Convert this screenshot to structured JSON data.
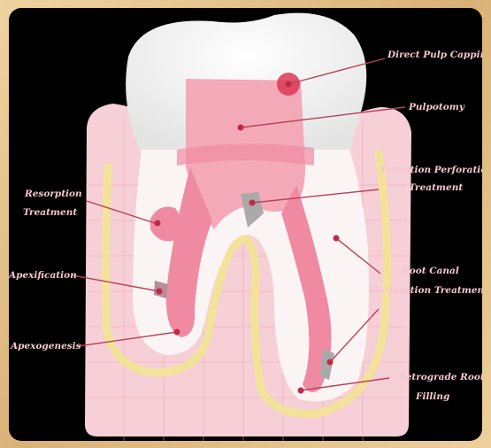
{
  "colors": {
    "background": "#000000",
    "frame": "#e3be86",
    "crown": "#f2f2f2",
    "gum": "#f7cfd6",
    "gum_deep": "#f2aebb",
    "pulp": "#f08aa2",
    "pulp_light": "#f4a9b8",
    "bone": "#f3e39a",
    "lesion": "#d93a55",
    "filling": "#a9a9a9",
    "leader": "#b8425a",
    "label": "#f4c7cf"
  },
  "labels": {
    "direct_pulp_capping": "Direct Pulp Capping",
    "pulpotomy": "Pulpotomy",
    "furcation_perforation_l1": "Furcation Perforation",
    "furcation_perforation_l2": "Treatment",
    "resorption_l1": "Resorption",
    "resorption_l2": "Treatment",
    "apexification": "Apexification",
    "apexogenesis": "Apexogenesis",
    "root_canal_perforation_l1": "Root Canal",
    "root_canal_perforation_l2": "Perforation Treatment",
    "retrograde_root_filling_l1": "Retrograde Root",
    "retrograde_root_filling_l2": "Filling"
  }
}
